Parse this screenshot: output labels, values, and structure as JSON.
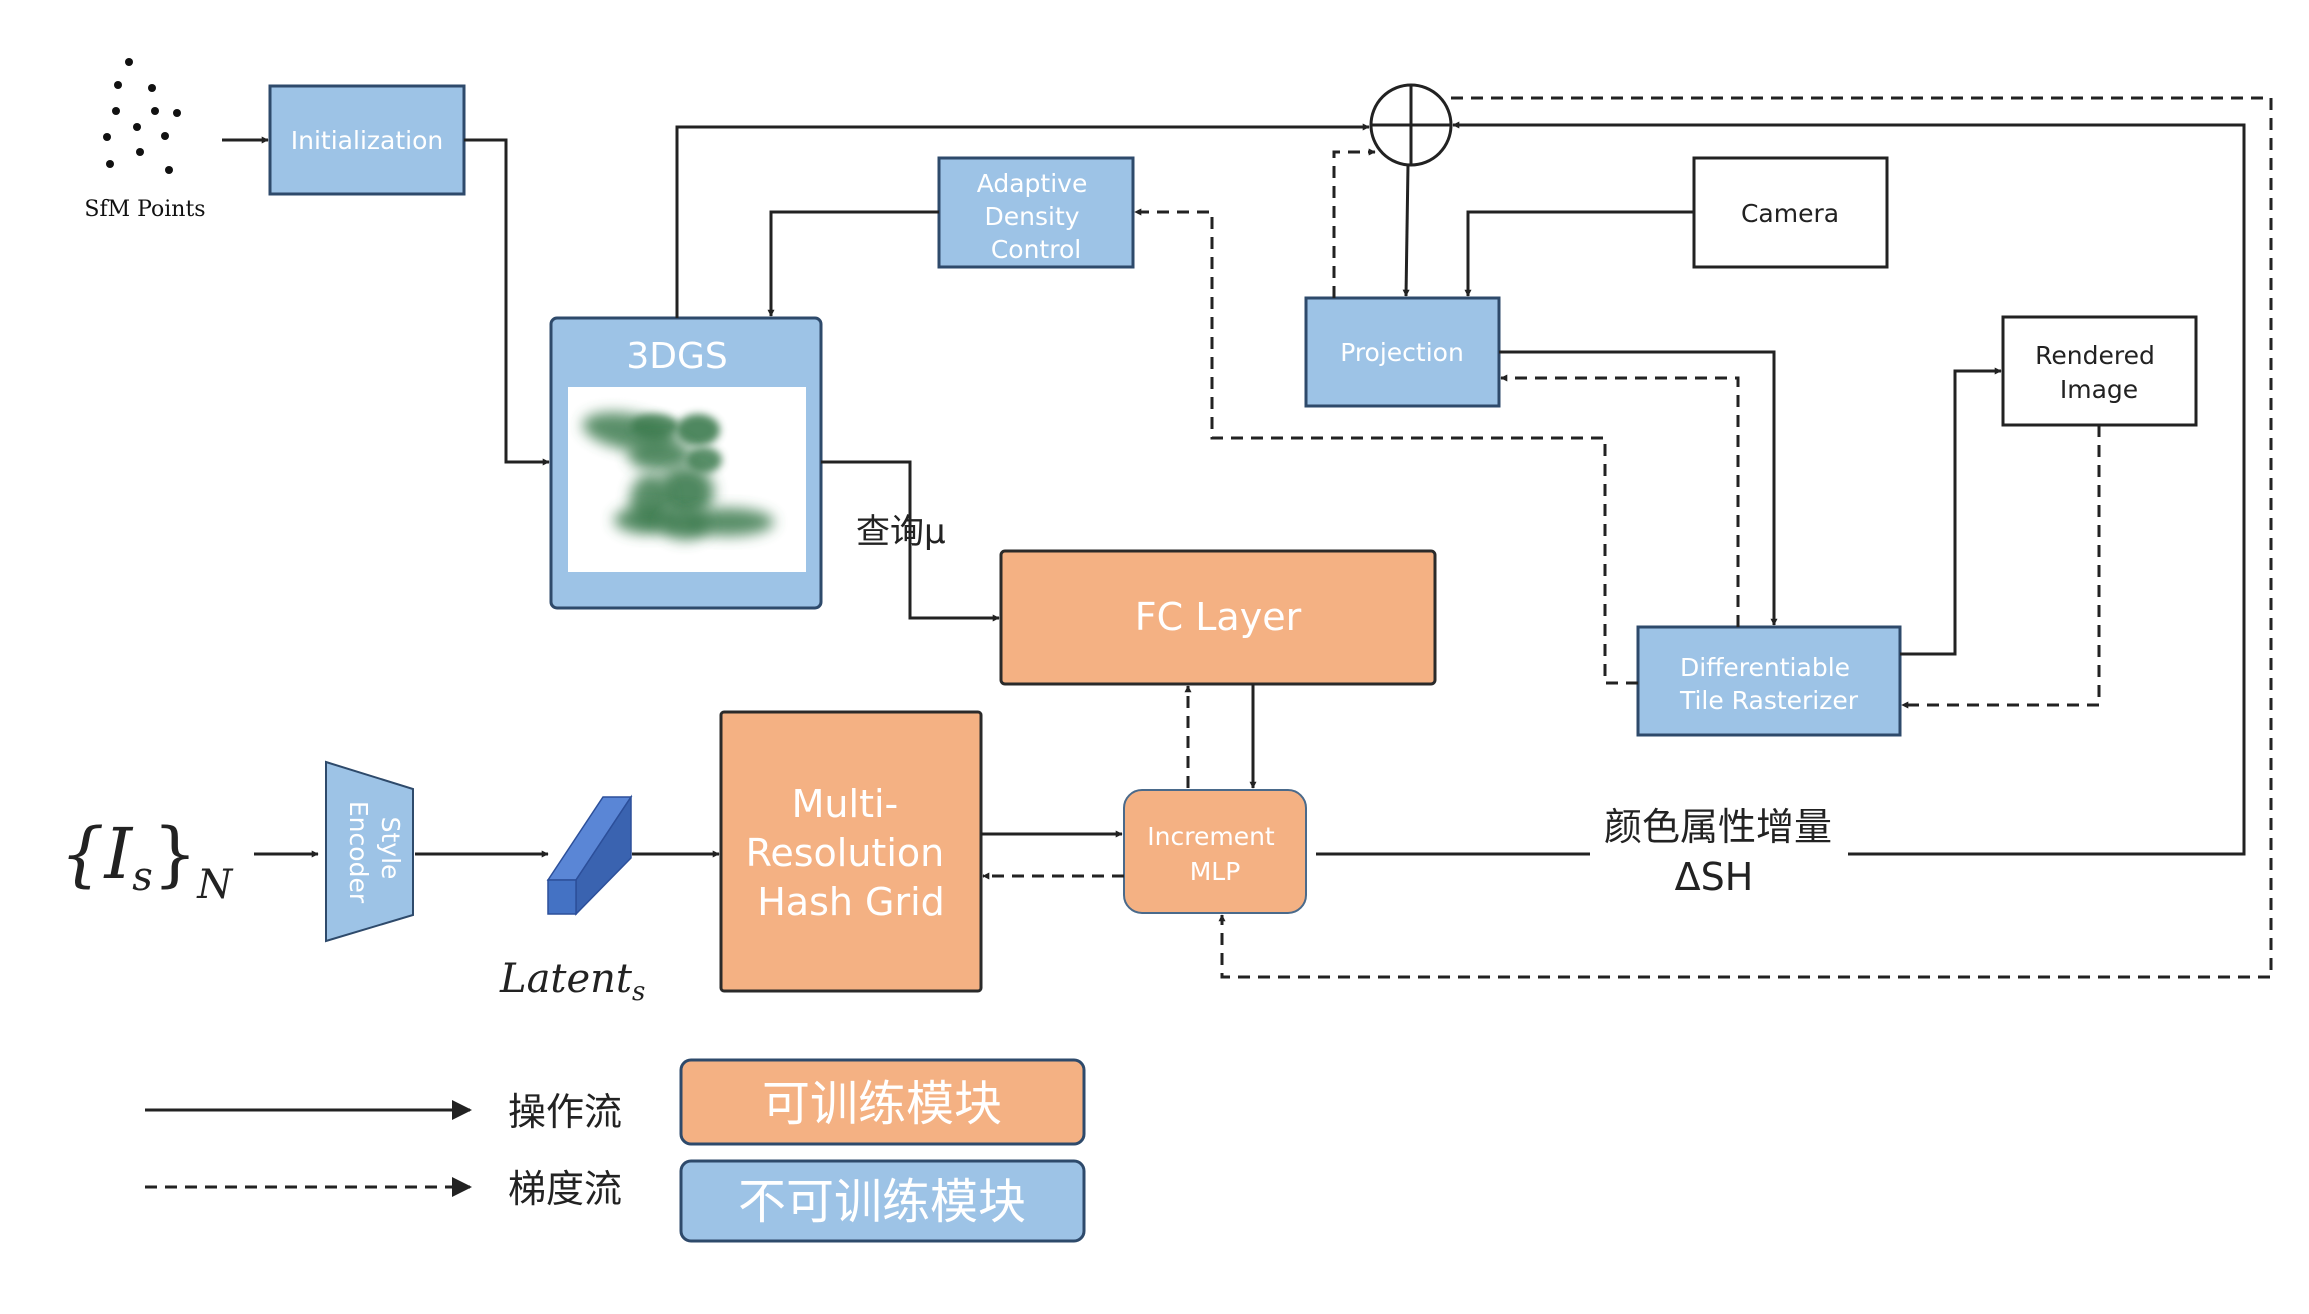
{
  "nodes": {
    "sfm_label": "SfM Points",
    "initialization": "Initialization",
    "adaptive_density": [
      "Adaptive",
      "Density",
      "Control"
    ],
    "gs3d": "3DGS",
    "query_label": "查询μ",
    "camera": "Camera",
    "projection": "Projection",
    "rendered_image": [
      "Rendered",
      "Image"
    ],
    "fc_layer": "FC Layer",
    "rasterizer": [
      "Differentiable",
      "Tile Rasterizer"
    ],
    "style_encoder": [
      "Style",
      "Encoder"
    ],
    "input_set": "{I",
    "input_sub_s": "s",
    "input_close": "}",
    "input_sub_n": "N",
    "latent": "Latent",
    "latent_sub": "s",
    "hash_grid": [
      "Multi-",
      "Resolution",
      "Hash Grid"
    ],
    "increment_mlp": [
      "Increment",
      "MLP"
    ],
    "color_delta": [
      "颜色属性增量",
      "ΔSH"
    ]
  },
  "legend": {
    "solid_label": "操作流",
    "dashed_label": "梯度流",
    "trainable_label": "可训练模块",
    "frozen_label": "不可训练模块"
  },
  "colors": {
    "blue_fill": "#9dc3e6",
    "blue_stroke": "#2e4a6b",
    "orange_fill": "#f4b183",
    "orange_stroke": "#2a2a2a",
    "gaussian_green": "#3e7b4f",
    "latent_blue": "#4472c4",
    "line": "#222222"
  }
}
